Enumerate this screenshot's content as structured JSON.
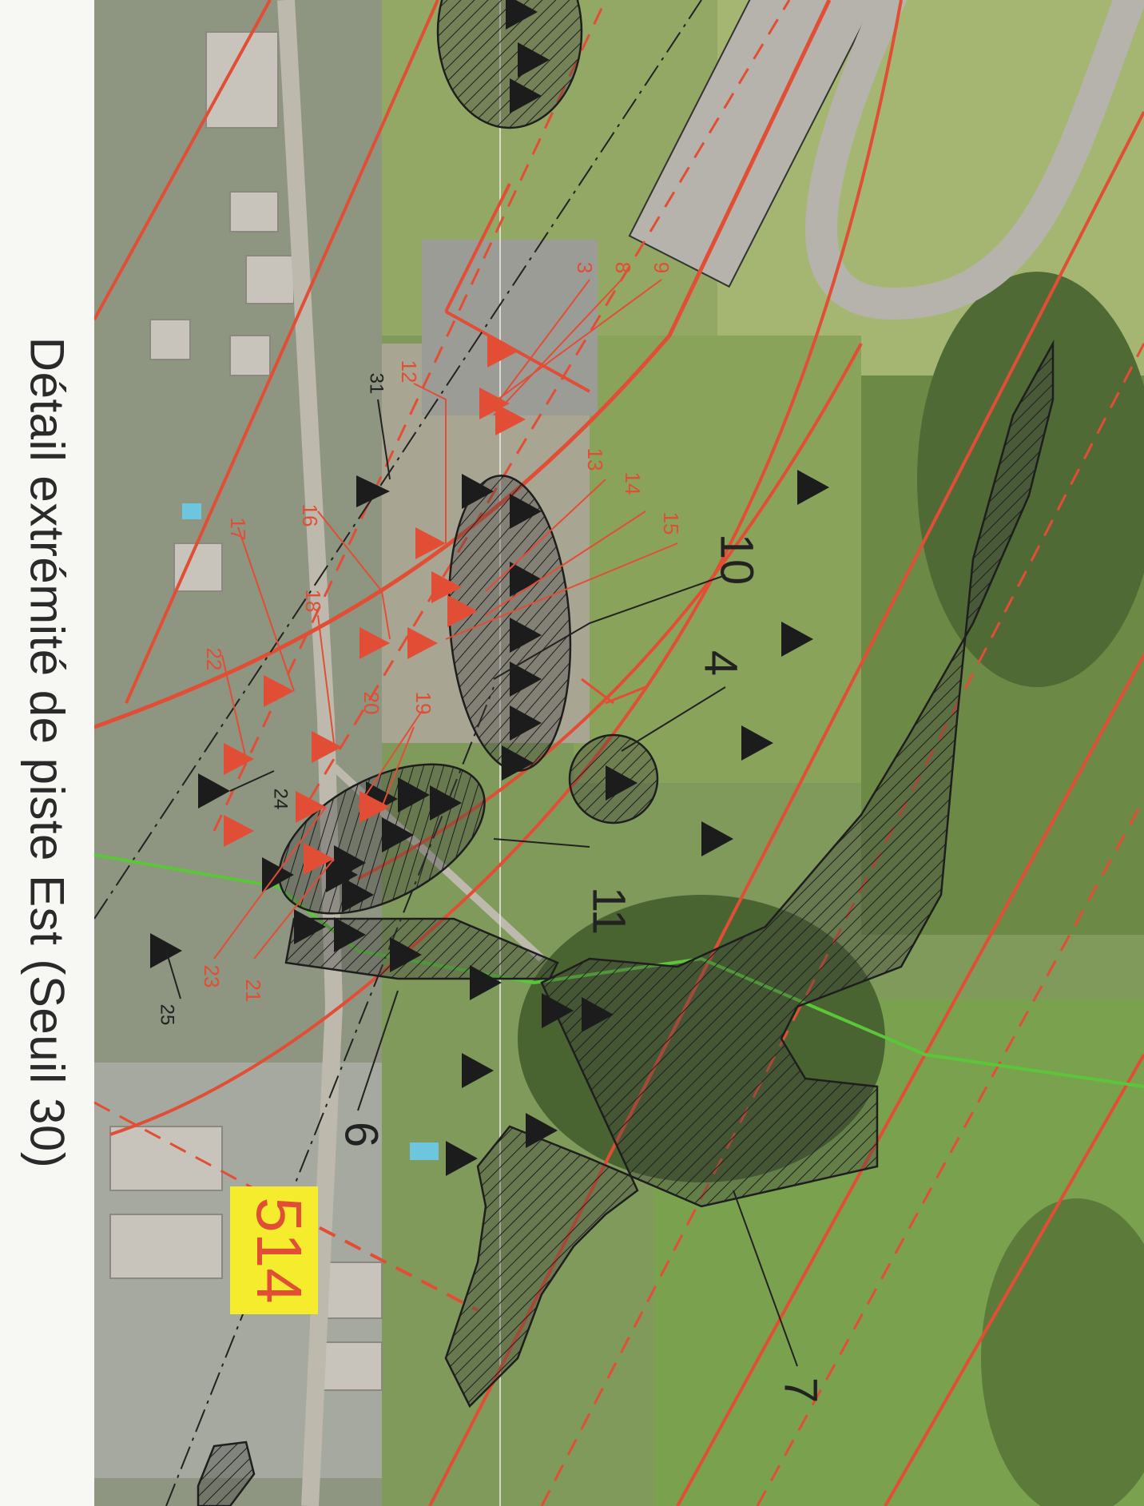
{
  "title": "Détail extrémité de piste Est (Seuil 30)",
  "colors": {
    "red": "#e24e35",
    "hatch": "#2b2b2b",
    "green_line": "#5cc63a",
    "label_bg": "#f4ec2c"
  },
  "map": {
    "plot_label": "514",
    "zone_labels": [
      "4",
      "6",
      "7",
      "10",
      "11"
    ],
    "red_labels": [
      "3",
      "8",
      "9",
      "12",
      "13",
      "14",
      "15",
      "16",
      "17",
      "18",
      "19",
      "20",
      "21",
      "22",
      "23"
    ],
    "black_labels": [
      "24",
      "25",
      "31"
    ]
  }
}
